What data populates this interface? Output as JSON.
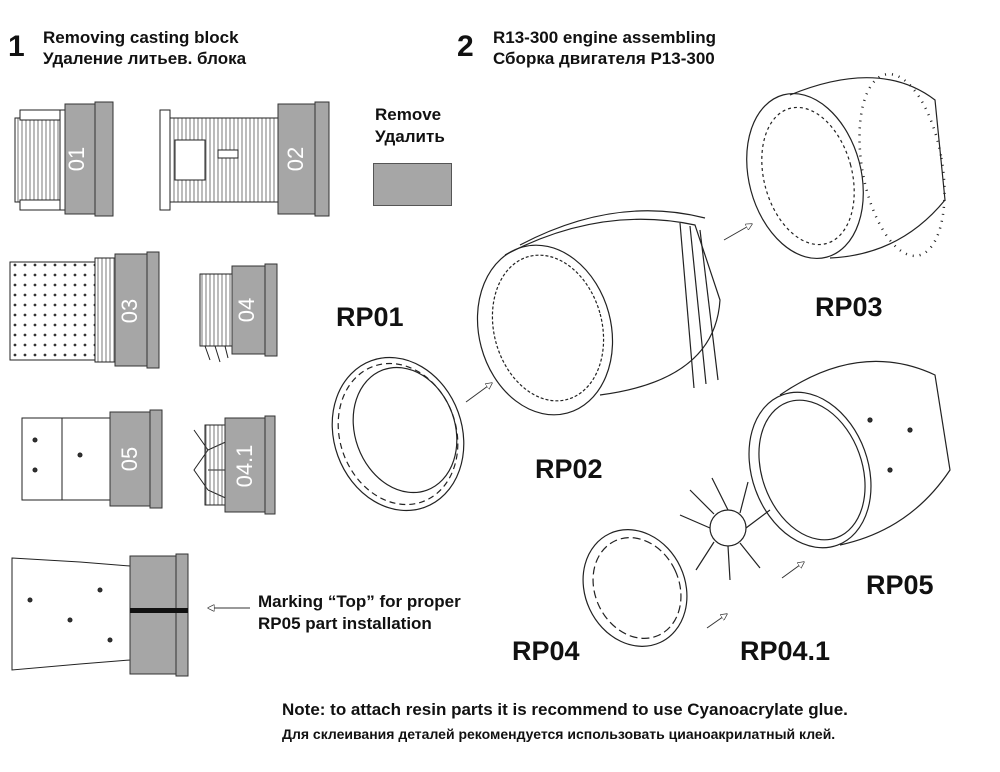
{
  "step1": {
    "number": "1",
    "title_en": "Removing casting block",
    "title_ru": "Удаление литьев. блока"
  },
  "step2": {
    "number": "2",
    "title_en": "R13-300 engine assembling",
    "title_ru": "Сборка двигателя Р13-300"
  },
  "remove": {
    "en": "Remove",
    "ru": "Удалить",
    "swatch_color": "#a6a6a6"
  },
  "blocks": [
    "01",
    "02",
    "03",
    "04",
    "05",
    "04.1"
  ],
  "parts": {
    "rp01": "RP01",
    "rp02": "RP02",
    "rp03": "RP03",
    "rp04": "RP04",
    "rp041": "RP04.1",
    "rp05": "RP05"
  },
  "marking": {
    "line1": "Marking “Top” for proper",
    "line2": "RP05 part installation"
  },
  "note": {
    "en": "Note: to attach resin parts it is recommend to use Cyanoacrylate glue.",
    "ru": "Для склеивания деталей рекомендуется использовать цианоакрилатный клей."
  },
  "colors": {
    "casting_block": "#a6a6a6",
    "line": "#222222"
  }
}
